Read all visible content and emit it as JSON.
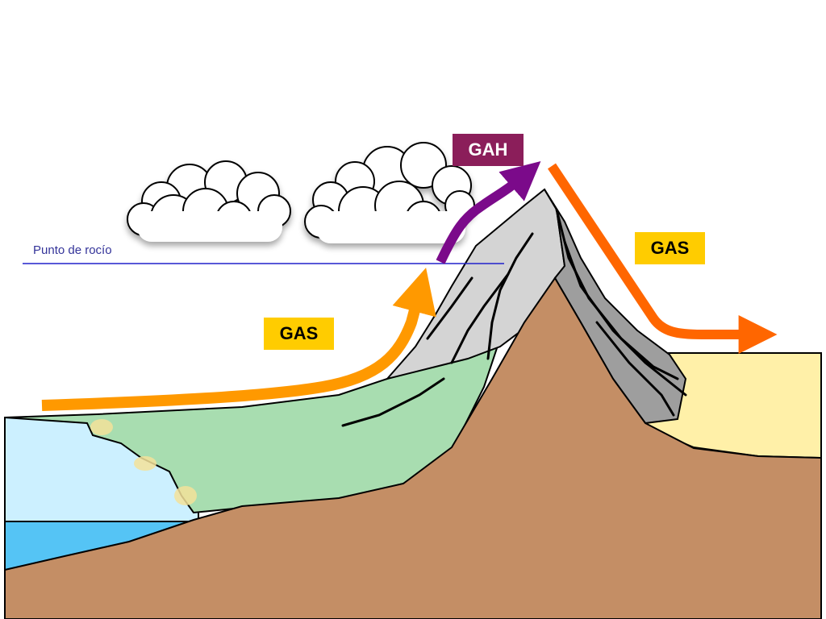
{
  "labels": {
    "dew_point": "Punto de rocío",
    "gah": "GAH",
    "gas_windward": "GAS",
    "gas_leeward": "GAS"
  },
  "colors": {
    "gas_box": "#FFCC00",
    "gah_box": "#8B1E5A",
    "gah_text": "#FFFFFF",
    "gas_text": "#000000",
    "dew_line": "#2222CC",
    "dew_text": "#333399",
    "windward_arrow": "#FF9900",
    "moist_arrow": "#7B0A8A",
    "leeward_arrow": "#FF6600",
    "earth": "#C48E65",
    "vegetation": "#A8DDB0",
    "rock_light": "#D4D4D4",
    "rock_dark": "#9E9E9E",
    "sea_light": "#CCF0FF",
    "sea_deep": "#55C4F5",
    "desert": "#FFF0A8",
    "cloud": "#FFFFFF"
  }
}
